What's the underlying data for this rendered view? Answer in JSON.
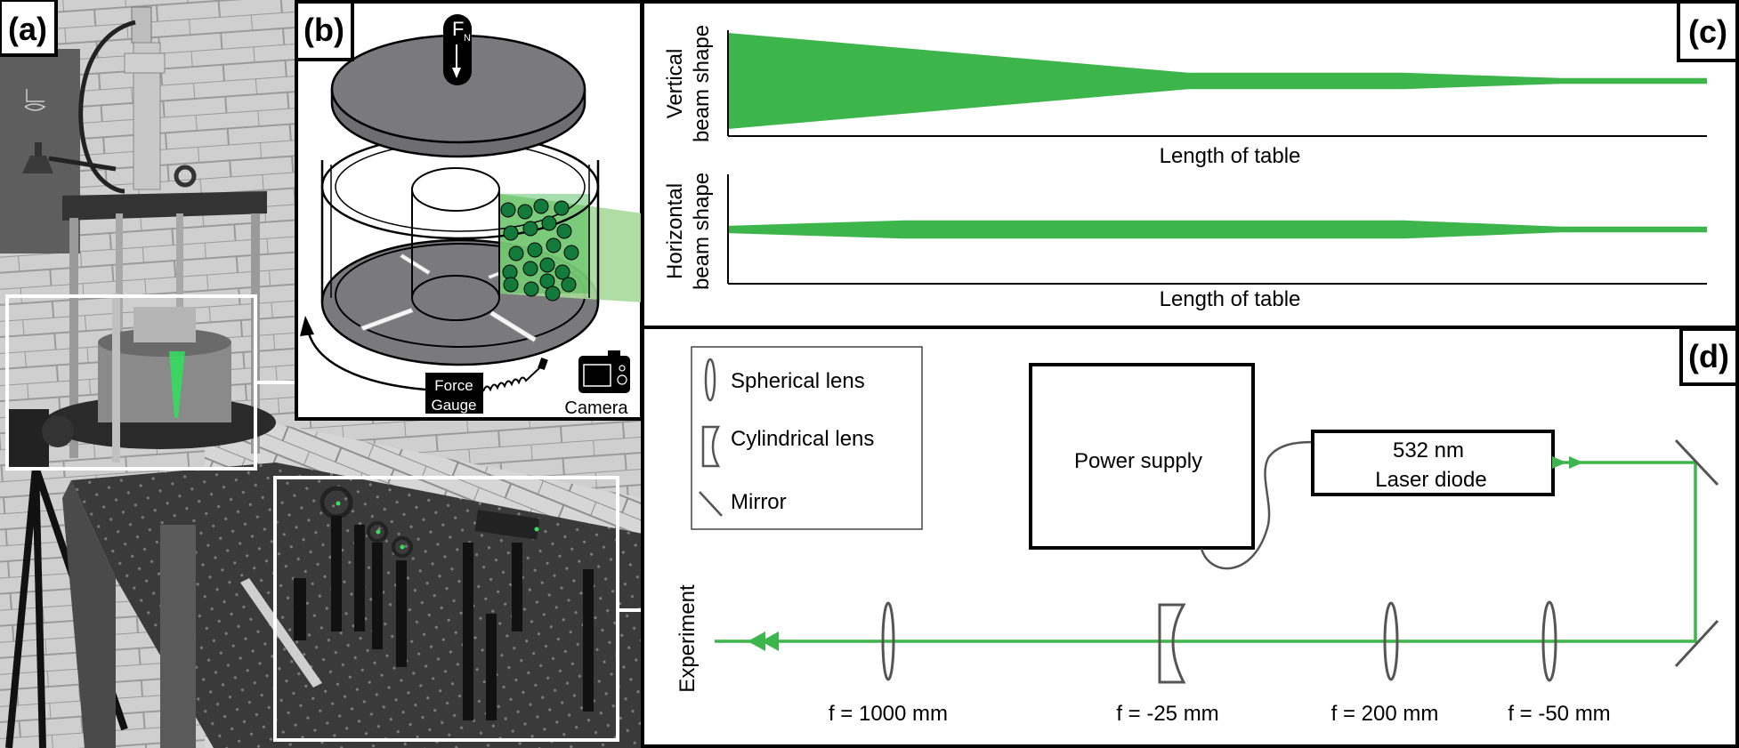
{
  "panels": {
    "a": {
      "label": "(a)"
    },
    "b": {
      "label": "(b)",
      "force_symbol": "F",
      "force_subscript": "N",
      "force_gauge_line1": "Force",
      "force_gauge_line2": "Gauge",
      "camera_label": "Camera"
    },
    "c": {
      "label": "(c)"
    },
    "d": {
      "label": "(d)",
      "legend": {
        "items": [
          {
            "icon": "spherical-lens-icon",
            "label": "Spherical lens"
          },
          {
            "icon": "cylindrical-lens-icon",
            "label": "Cylindrical lens"
          },
          {
            "icon": "mirror-icon",
            "label": "Mirror"
          }
        ]
      },
      "power_supply_label": "Power supply",
      "laser_line1": "532 nm",
      "laser_line2": "Laser diode",
      "experiment_label": "Experiment",
      "lenses": [
        {
          "type": "spherical",
          "focal": "f = 1000 mm"
        },
        {
          "type": "cylindrical",
          "focal": "f = -25 mm"
        },
        {
          "type": "spherical",
          "focal": "f = 200 mm"
        },
        {
          "type": "spherical",
          "focal": "f = -50 mm"
        }
      ]
    }
  },
  "colors": {
    "beam": "#3cb54a",
    "beam_light": "#a6d99a",
    "particle": "#127a3a",
    "plate": "#7a7a7c",
    "optic": "#555555"
  },
  "chart_data": [
    {
      "type": "area",
      "title": "",
      "ylabel_line1": "Vertical",
      "ylabel_line2": "beam shape",
      "xlabel": "Length of table",
      "x": [
        0,
        0.47,
        0.69,
        0.85,
        1.0
      ],
      "half_width": [
        1.0,
        0.17,
        0.17,
        0.06,
        0.06
      ],
      "ylim": [
        -1.1,
        1.1
      ]
    },
    {
      "type": "area",
      "title": "",
      "ylabel_line1": "Horizontal",
      "ylabel_line2": "beam shape",
      "xlabel": "Length of table",
      "x": [
        0,
        0.18,
        0.69,
        0.85,
        1.0
      ],
      "half_width": [
        0.075,
        0.19,
        0.19,
        0.06,
        0.06
      ],
      "ylim": [
        -1.1,
        1.1
      ]
    }
  ]
}
